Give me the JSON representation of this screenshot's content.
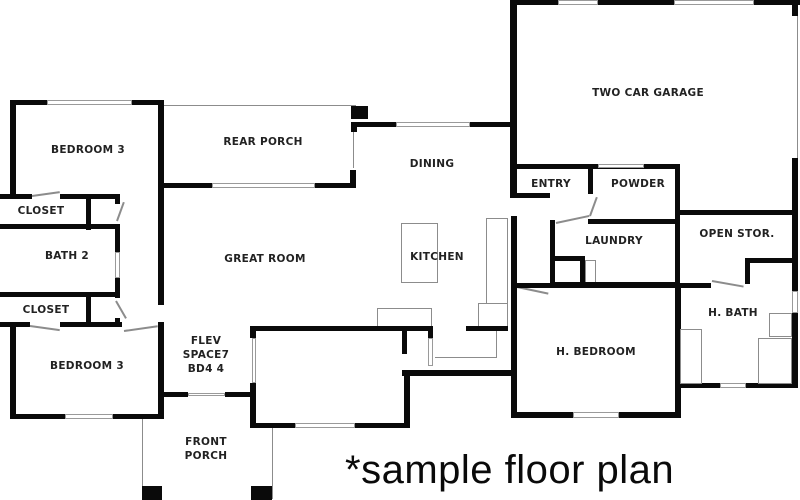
{
  "plan": {
    "caption": "*sample floor plan",
    "colors": {
      "wall": "#0a0a0a",
      "fixture": "#8c8c8c",
      "background": "#ffffff"
    },
    "rooms": {
      "two_car_garage": "TWO CAR GARAGE",
      "rear_porch": "REAR PORCH",
      "bedroom_upper": "BEDROOM 3",
      "closet_upper": "CLOSET",
      "bath_2": "BATH 2",
      "closet_lower": "CLOSET",
      "bedroom_lower": "BEDROOM 3",
      "great_room": "GREAT ROOM",
      "dining": "DINING",
      "kitchen": "KITCHEN",
      "entry": "ENTRY",
      "powder": "POWDER",
      "laundry": "LAUNDRY",
      "open_storage": "OPEN STOR.",
      "h_bath": "H. BATH",
      "h_bedroom": "H. BEDROOM",
      "flex_space_line1": "FLEV",
      "flex_space_line2": "SPACE7",
      "flex_space_line3": "BD4 4",
      "front_porch_line1": "FRONT",
      "front_porch_line2": "PORCH"
    }
  }
}
